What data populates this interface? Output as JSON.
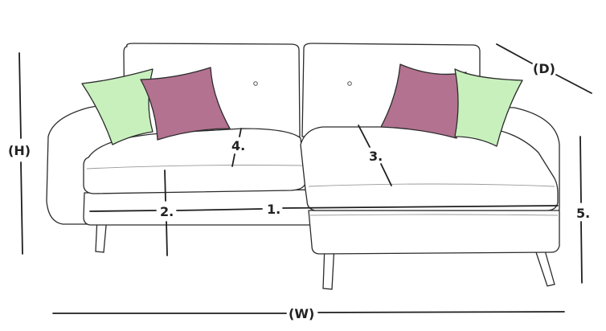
{
  "labels": {
    "height": "(H)",
    "depth": "(D)",
    "width": "(W)",
    "m1": "1.",
    "m2": "2.",
    "m3": "3.",
    "m4": "4.",
    "m5": "5."
  },
  "colors": {
    "pillow_green": "#c8f0bd",
    "pillow_plum": "#b27290",
    "outline": "#2b2b2b"
  },
  "icons": {
    "diagram": "sofa-with-chaise-line-drawing"
  }
}
